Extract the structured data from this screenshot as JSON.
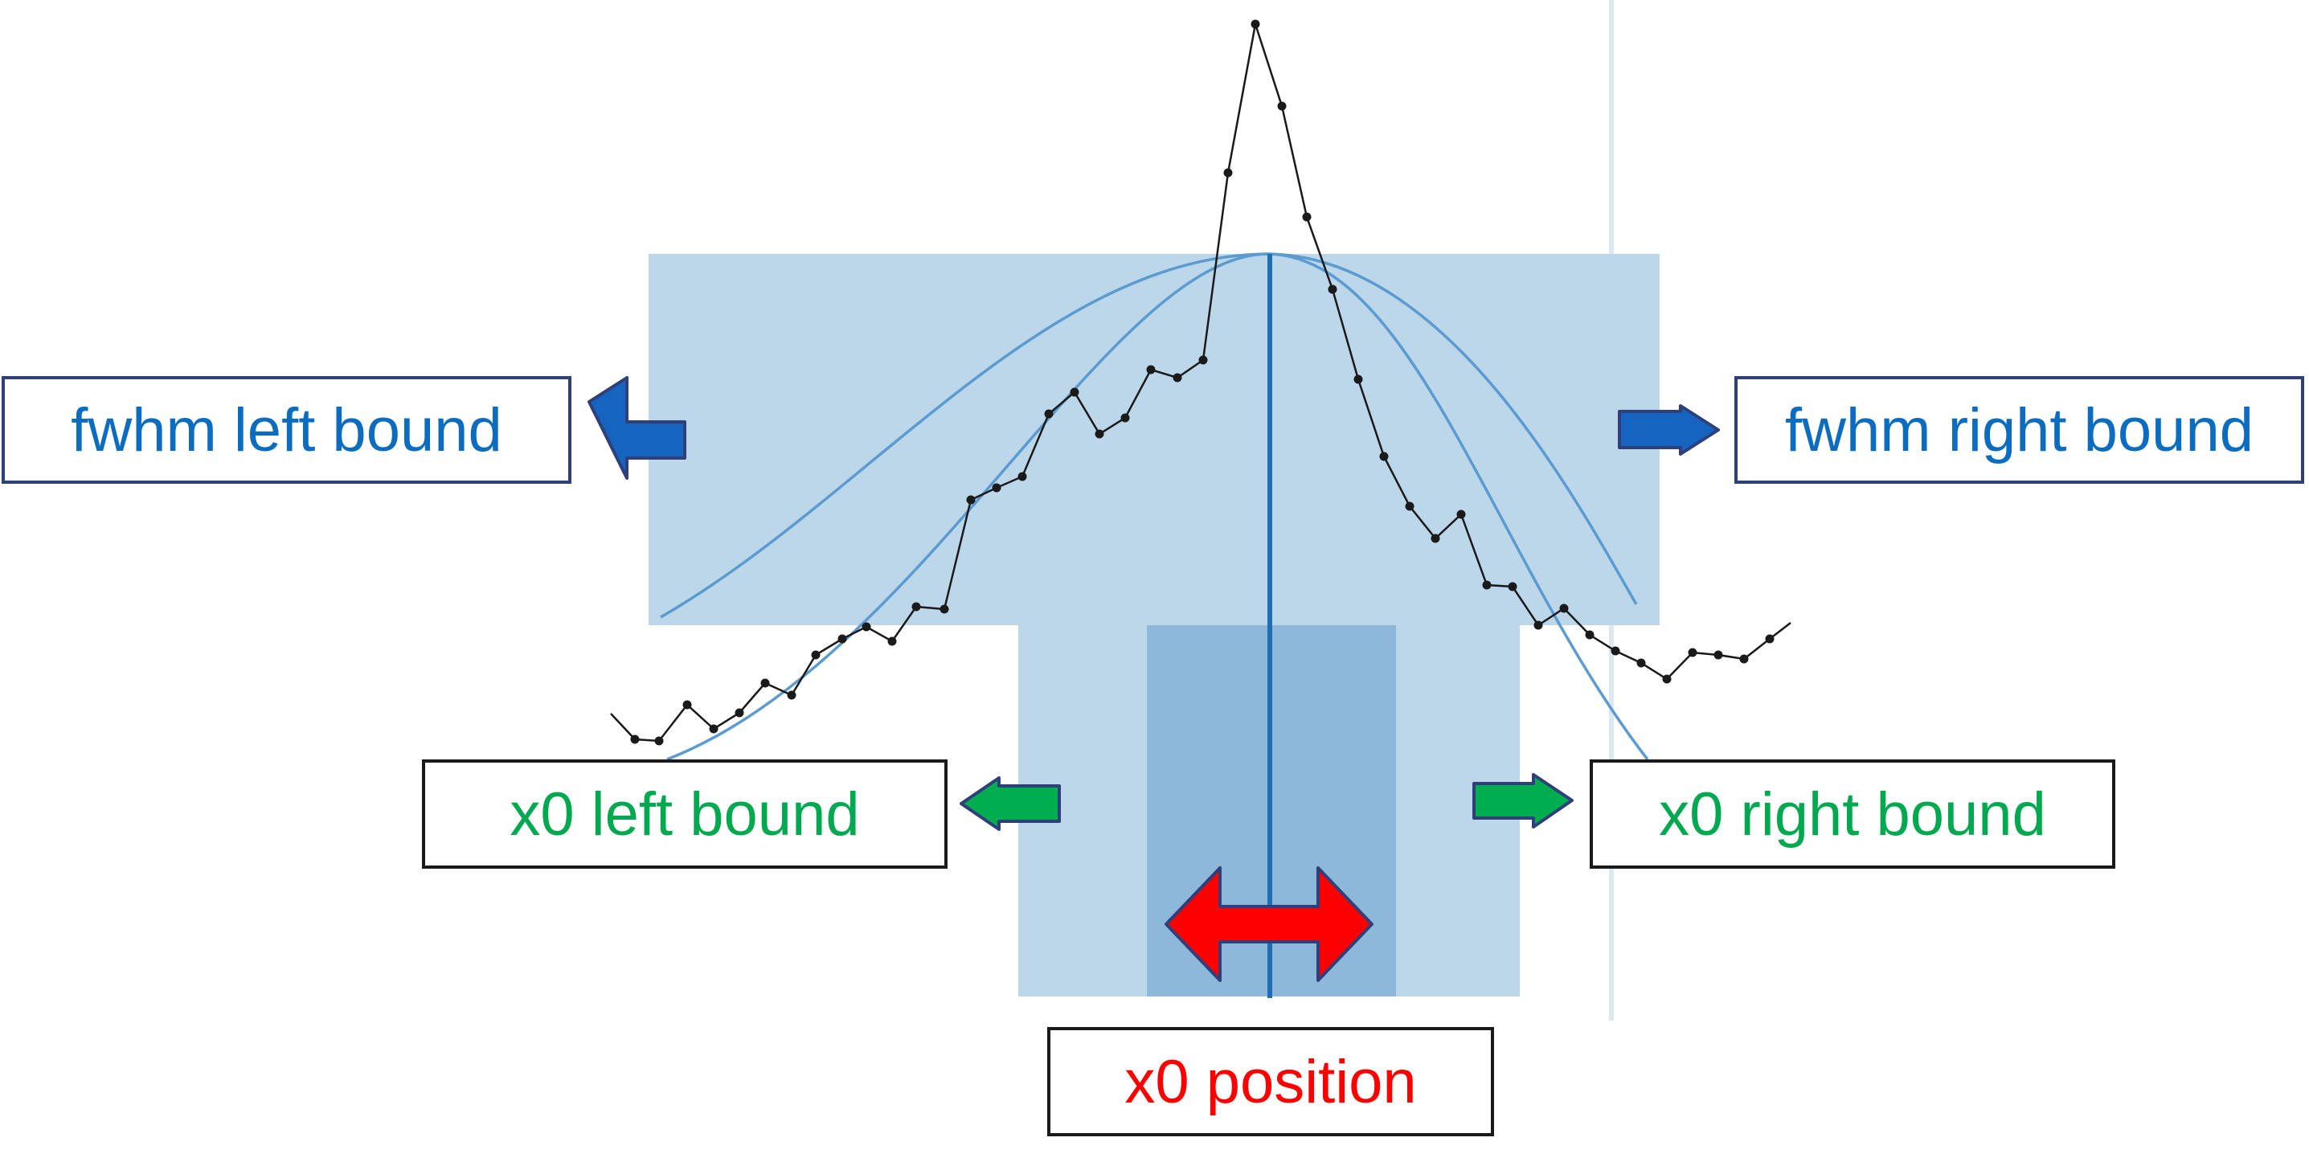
{
  "labels": {
    "fwhm_left": "fwhm left bound",
    "fwhm_right": "fwhm right bound",
    "x0_left": "x0 left bound",
    "x0_right": "x0 right bound",
    "x0_position": "x0 position"
  },
  "colors": {
    "fwhm_text": "#0c6cbf",
    "x0_bound_text": "#00a84f",
    "x0_position_text": "#ff0000",
    "region_light": "#bcd6ea",
    "region_dark": "#8db8da",
    "curve": "#5b9bd0",
    "center_line": "#1f6fb5",
    "data_line": "#1a1a1a",
    "arrow_blue": "#1565c0",
    "arrow_green": "#00ad4f",
    "arrow_red": "#ff0000",
    "arrow_outline": "#2f3f7a"
  },
  "icons": {
    "fwhm_left_arrow": "arrow-left-icon",
    "fwhm_right_arrow": "arrow-right-icon",
    "x0_left_arrow": "arrow-left-icon",
    "x0_right_arrow": "arrow-right-icon",
    "x0_position_arrow": "double-arrow-horizontal-icon"
  }
}
